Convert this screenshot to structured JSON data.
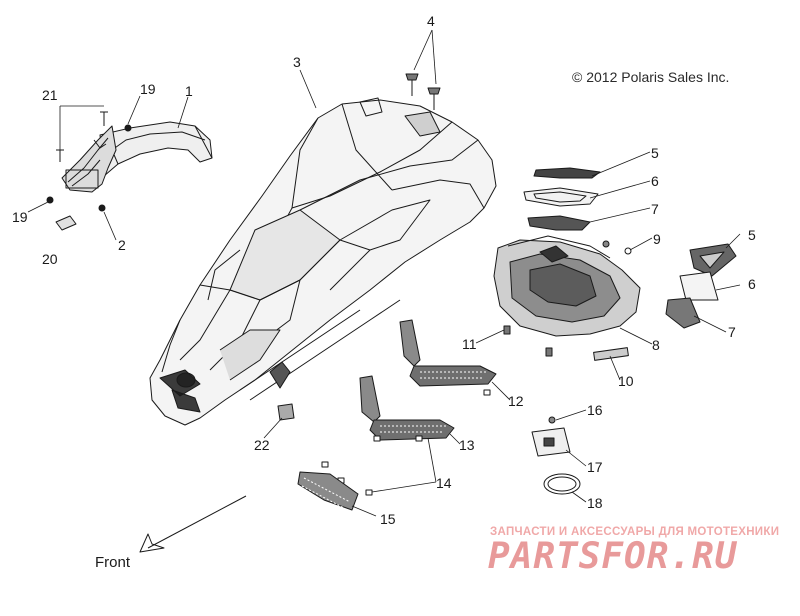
{
  "diagram": {
    "copyright": "© 2012 Polaris Sales Inc.",
    "front_label": "Front",
    "watermark_line1": "ЗАПЧАСТИ И АКСЕССУАРЫ ДЛЯ МОТОТЕХНИКИ",
    "watermark_line2": "PARTSFOR.RU",
    "callouts": [
      "1",
      "2",
      "3",
      "4",
      "5",
      "6",
      "7",
      "8",
      "9",
      "10",
      "11",
      "12",
      "13",
      "14",
      "15",
      "16",
      "17",
      "18",
      "19",
      "19",
      "20",
      "21",
      "22",
      "5",
      "6",
      "7"
    ],
    "colors": {
      "line": "#1a1a1a",
      "watermark": "#e89a9a"
    }
  }
}
